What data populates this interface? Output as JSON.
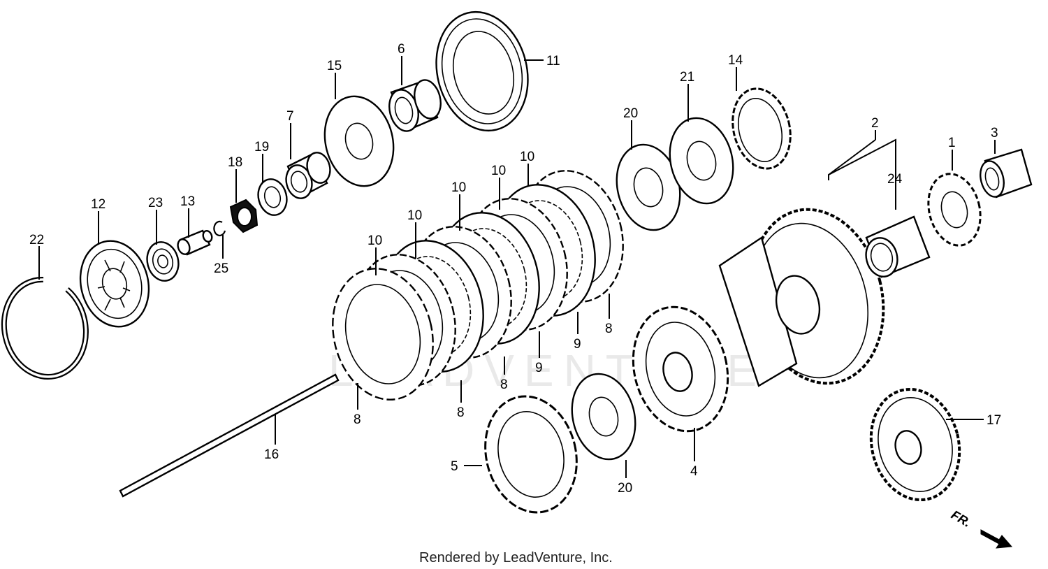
{
  "diagram": {
    "credit": "Rendered by LeadVenture, Inc.",
    "watermark": "LEADVENTURE",
    "direction_label": "FR.",
    "callouts": {
      "c1": "1",
      "c2": "2",
      "c3": "3",
      "c4": "4",
      "c5": "5",
      "c6": "6",
      "c7": "7",
      "c8a": "8",
      "c8b": "8",
      "c8c": "8",
      "c8d": "8",
      "c9a": "9",
      "c9b": "9",
      "c10a": "10",
      "c10b": "10",
      "c10c": "10",
      "c10d": "10",
      "c10e": "10",
      "c11": "11",
      "c12": "12",
      "c13": "13",
      "c14": "14",
      "c15": "15",
      "c16": "16",
      "c17": "17",
      "c18": "18",
      "c19": "19",
      "c20a": "20",
      "c20b": "20",
      "c21": "21",
      "c22": "22",
      "c23": "23",
      "c24": "24",
      "c25": "25"
    }
  }
}
